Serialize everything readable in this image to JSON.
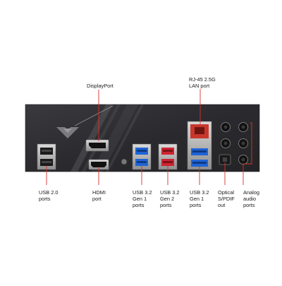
{
  "labels": {
    "displayport": [
      "DisplayPort"
    ],
    "rj45": [
      "RJ-45 2.5G",
      "LAN port"
    ],
    "usb20": [
      "USB 2.0",
      "ports"
    ],
    "hdmi": [
      "HDMI",
      "port"
    ],
    "usb32_gen1_a": [
      "USB 3.2",
      "Gen 1",
      "ports"
    ],
    "usb32_gen2": [
      "USB 3.2",
      "Gen 2",
      "ports"
    ],
    "usb32_gen1_b": [
      "USB 3.2",
      "Gen 1",
      "ports"
    ],
    "optical": [
      "Optical",
      "S/PDIF",
      "out"
    ],
    "analog": [
      "Analog",
      "audio",
      "ports"
    ]
  },
  "colors": {
    "leader_line": "#d6322c",
    "panel": "#2a2a2d",
    "usb3_blue": "#1f64d6",
    "usb_red": "#cf2431",
    "lan_red": "#c8372c"
  }
}
